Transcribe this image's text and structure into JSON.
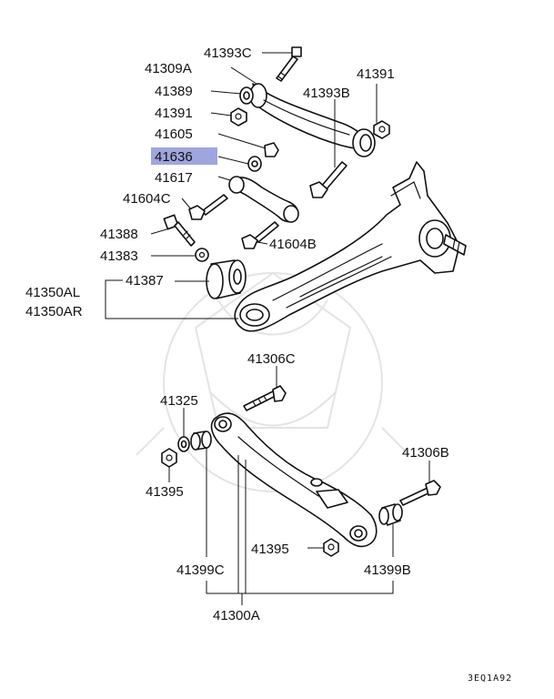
{
  "diagram": {
    "highlight_color": "#9fa6dd",
    "callouts": {
      "p41393C": "41393C",
      "p41309A": "41309A",
      "p41391_right": "41391",
      "p41389": "41389",
      "p41391_left": "41391",
      "p41393B": "41393B",
      "p41605": "41605",
      "p41636": "41636",
      "p41617": "41617",
      "p41604C": "41604C",
      "p41388": "41388",
      "p41604B": "41604B",
      "p41383": "41383",
      "p41387": "41387",
      "p41350AL": "41350AL",
      "p41350AR": "41350AR",
      "p41306C": "41306C",
      "p41325": "41325",
      "p41306B": "41306B",
      "p41395_left": "41395",
      "p41395_mid": "41395",
      "p41399C": "41399C",
      "p41399B": "41399B",
      "p41300A": "41300A"
    },
    "diagram_code": "3EQ1A92"
  }
}
